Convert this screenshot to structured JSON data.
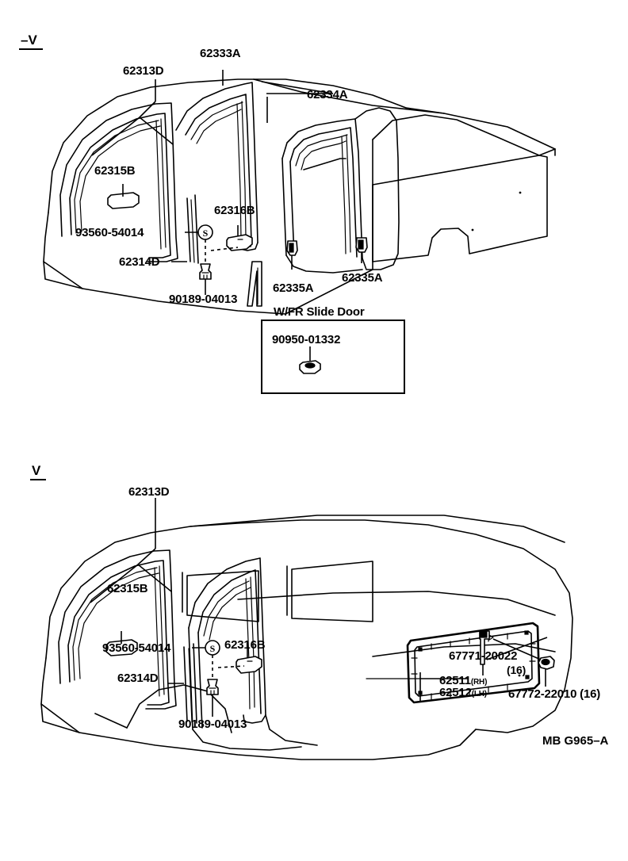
{
  "diagram": {
    "reference_code": "MB G965–A",
    "sections": [
      {
        "id": "top",
        "variant_mark": "–V"
      },
      {
        "id": "bottom",
        "variant_mark": "V"
      }
    ]
  },
  "top_section": {
    "variant_mark": "–V",
    "labels": {
      "l_62313d": "62313D",
      "l_62333a": "62333A",
      "l_62334a": "62334A",
      "l_62315b": "62315B",
      "l_62316b": "62316B",
      "l_93560": "93560-54014",
      "l_62314d": "62314D",
      "l_90189": "90189-04013",
      "l_62335a_1": "62335A",
      "l_62335a_2": "62335A",
      "l_slide_door": "W/FR Slide Door"
    },
    "inset": {
      "part_number": "90950-01332"
    }
  },
  "bottom_section": {
    "variant_mark": "V",
    "labels": {
      "l_62313d": "62313D",
      "l_62315b": "62315B",
      "l_62316b": "62316B",
      "l_93560": "93560-54014",
      "l_62314d": "62314D",
      "l_90189": "90189-04013",
      "l_67771": "67771-20022",
      "l_67771_qty": "(16)",
      "l_62511": "62511",
      "l_62511_side": "(RH)",
      "l_62512": "62512",
      "l_62512_side": "(LH)",
      "l_67772": "67772-22010 (16)"
    }
  },
  "symbols": {
    "s_circle": "S",
    "clip_icon": "push-clip",
    "grommet_icon": "grommet",
    "screw_icon": "screw"
  }
}
